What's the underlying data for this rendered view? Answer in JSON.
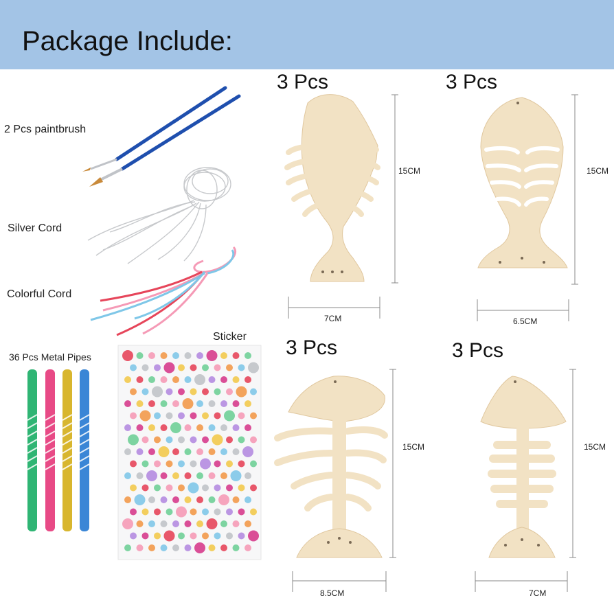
{
  "colors": {
    "header_band": "#a3c4e6",
    "wood": "#f2e2c4",
    "wood_edge": "#e0c79e",
    "brush_handle": "#1f4fae",
    "brush_bristle": "#c98a3a",
    "cord_silver": "#c7c9cc",
    "cord_pink": "#f59ab6",
    "cord_blue": "#7fc7e8",
    "cord_red": "#e6455a",
    "pipe_green": "#2fb574",
    "pipe_pink": "#e84a86",
    "pipe_gold": "#d8b62e",
    "pipe_blue": "#3a86d6"
  },
  "header": {
    "title": "Package Include:"
  },
  "left": {
    "paintbrush_label": "2 Pcs paintbrush",
    "silver_cord_label": "Silver Cord",
    "colorful_cord_label": "Colorful Cord",
    "metal_pipes_label": "36 Pcs Metal Pipes",
    "sticker_label": "Sticker"
  },
  "fish": [
    {
      "qty": "3 Pcs",
      "height": "15CM",
      "width": "7CM"
    },
    {
      "qty": "3 Pcs",
      "height": "15CM",
      "width": "6.5CM"
    },
    {
      "qty": "3 Pcs",
      "height": "15CM",
      "width": "8.5CM"
    },
    {
      "qty": "3 Pcs",
      "height": "15CM",
      "width": "7CM"
    }
  ]
}
